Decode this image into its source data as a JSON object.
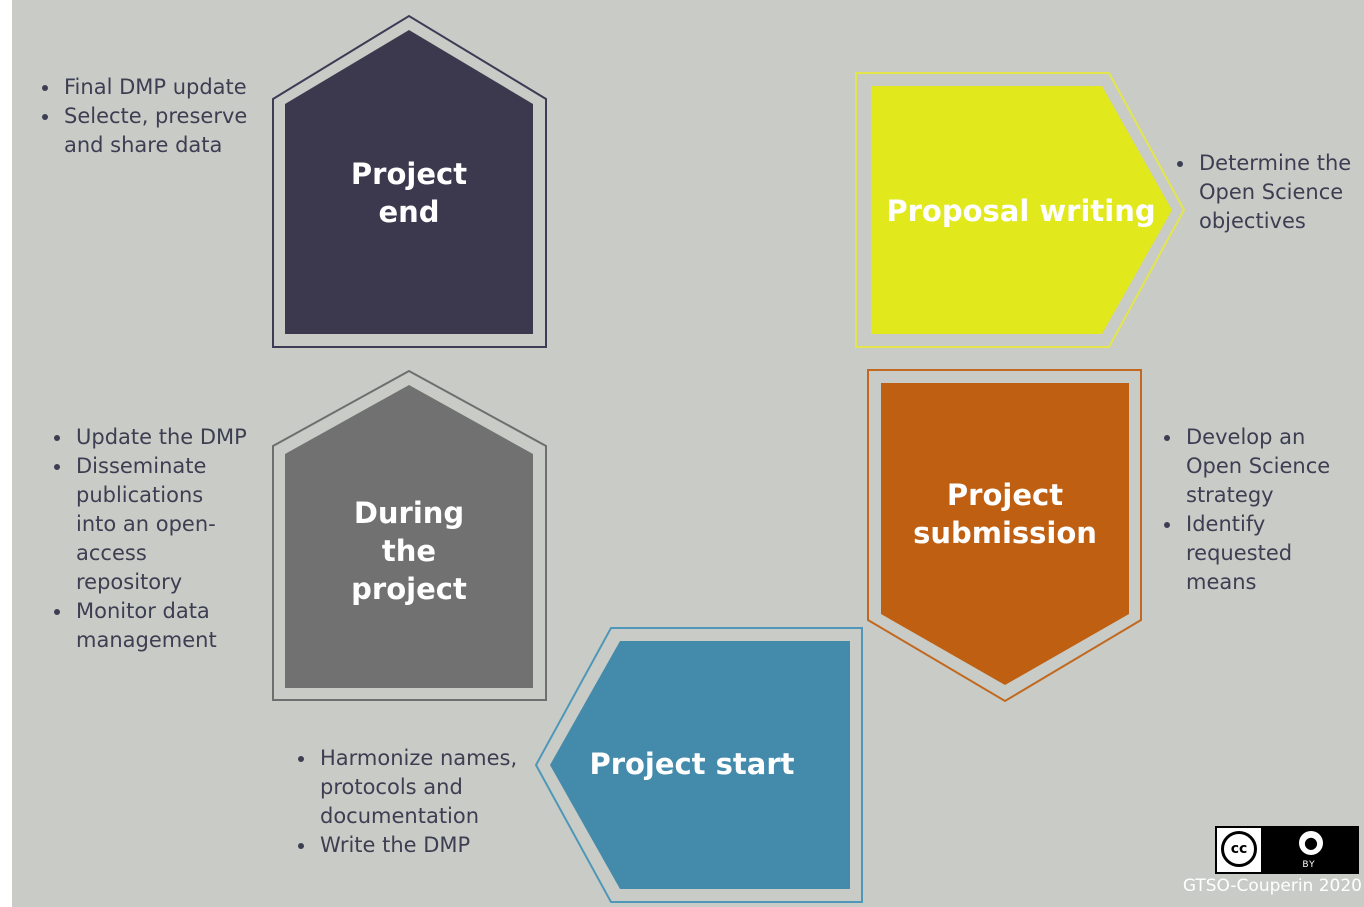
{
  "stages": [
    {
      "id": "proposal",
      "title": "Proposal writing",
      "fill": "#e1e81c",
      "outline": "#e3e64b",
      "bullets": [
        "Determine the Open Science objectives"
      ]
    },
    {
      "id": "submission",
      "title": "Project\nsubmission",
      "fill": "#bf5f12",
      "outline": "#c2681f",
      "bullets": [
        "Develop an Open Science strategy",
        "Identify requested means"
      ]
    },
    {
      "id": "start",
      "title": "Project start",
      "fill": "#438aab",
      "outline": "#4f97b9",
      "bullets": [
        "Harmonize names, protocols and documentation",
        "Write the DMP"
      ]
    },
    {
      "id": "during",
      "title": "During\nthe\nproject",
      "fill": "#717171",
      "outline": "#6e6e6e",
      "bullets": [
        "Update the DMP",
        "Disseminate publications into an open-access repository",
        "Monitor data management"
      ]
    },
    {
      "id": "end",
      "title": "Project\nend",
      "fill": "#3c394f",
      "outline": "#3d3b55",
      "bullets": [
        "Final DMP update",
        "Selecte, preserve and share data"
      ]
    }
  ],
  "license": {
    "cc": "cc",
    "by": "BY"
  },
  "credit": "GTSO-Couperin 2020",
  "colors": {
    "background": "#c9ccc6",
    "text": "#3c3e52",
    "frame_fill": "#c9ccc6"
  }
}
